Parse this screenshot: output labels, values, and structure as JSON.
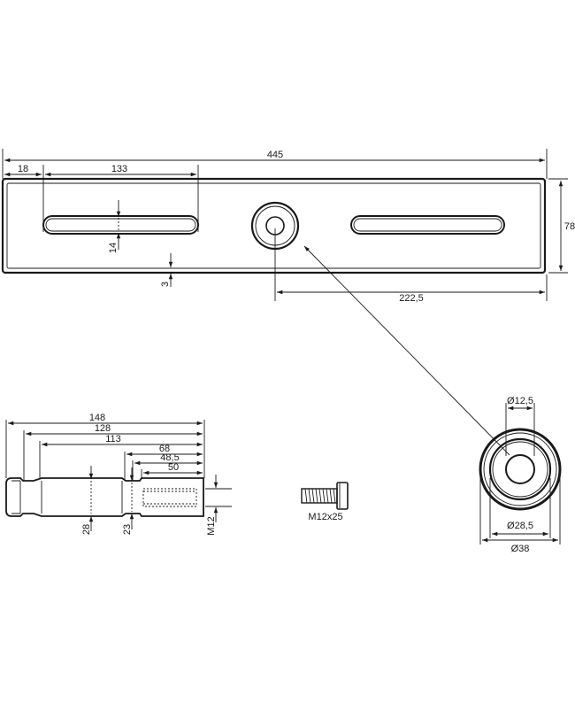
{
  "plate": {
    "overall_length": "445",
    "slot_offset": "18",
    "slot_length": "133",
    "slot_width": "14",
    "edge_radius": "3",
    "height": "78",
    "center_distance": "222,5"
  },
  "pin": {
    "total_length": "148",
    "length_2": "128",
    "length_3": "113",
    "length_4": "68",
    "length_5": "48,5",
    "thread_depth": "50",
    "diameter_main": "28",
    "diameter_neck": "23",
    "thread": "M12"
  },
  "bolt": {
    "label": "M12x25"
  },
  "washer": {
    "inner_diameter": "Ø12,5",
    "middle_diameter": "Ø28,5",
    "outer_diameter": "Ø38"
  }
}
